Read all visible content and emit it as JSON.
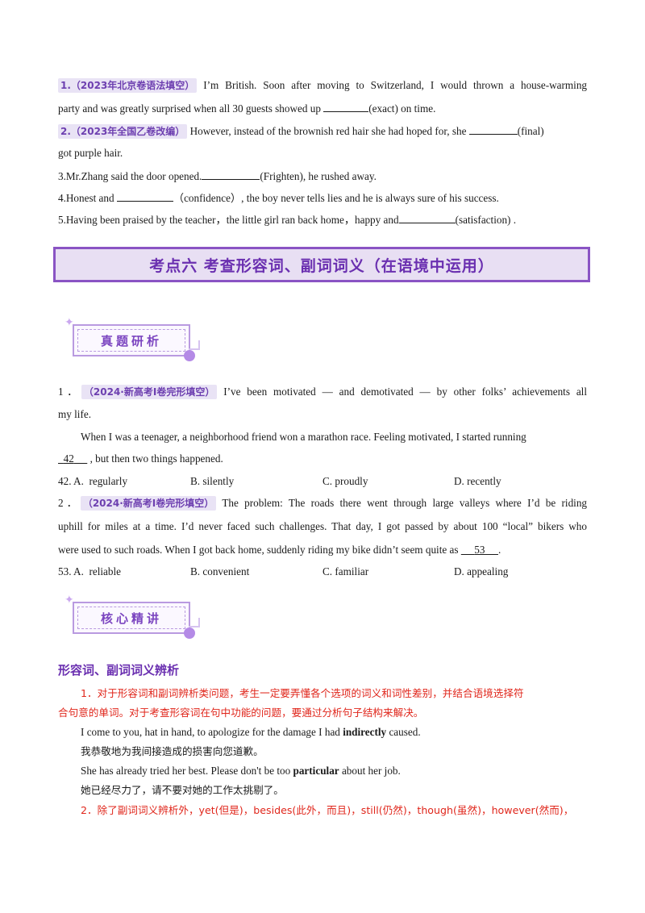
{
  "q1": {
    "tag": "1.（2023年北京卷语法填空）",
    "text_a": "I’m British. Soon after moving to Switzerland, I  would  thrown  a house-warming",
    "text_b_pre": "party and was greatly surprised when all 30 guests showed up ",
    "text_b_post": "(exact) on time."
  },
  "q2": {
    "tag": "2.（2023年全国乙卷改编）",
    "text_a_pre": "However, instead of the brownish red hair she had hoped for, she ",
    "text_a_post": "(final)",
    "text_b": "got purple hair."
  },
  "q3": {
    "pre": "3.Mr.Zhang  said  the  door  opened.",
    "post": "(Frighten),  he  rushed  away."
  },
  "q4": {
    "pre": "4.Honest  and ",
    "post": "（confidence）,  the  boy  never  tells  lies  and  he  is  always  sure  of  his  success."
  },
  "q5": {
    "pre": "5.Having been praised by the teacher，the little girl ran back home，happy and",
    "post": "(satisfaction)  ."
  },
  "banner_title": "考点六      考查形容词、副词词义（在语境中运用）",
  "badge1": "真题研析",
  "badge2": "核心精讲",
  "e1": {
    "num": "1．",
    "tag": "（2024·新高考Ⅰ卷完形填空）",
    "text_a": "I’ve been motivated — and demotivated — by other folks’ achievements all",
    "text_b": "my life.",
    "para": "When I was a teenager, a neighborhood friend won a marathon race. Feeling motivated, I started running",
    "blank": "42",
    "para_end": ", but then two things happened.",
    "options_label": "42. A.",
    "options": [
      "regularly",
      "B.  silently",
      "C.  proudly",
      "D.  recently"
    ]
  },
  "e2": {
    "num": "2．",
    "tag": "（2024·新高考Ⅰ卷完形填空）",
    "text_a": "The problem: The roads there went through large valleys where I’d be riding",
    "text_b": "uphill for miles at a time. I’d never faced such challenges. That day, I got passed by about 100 “local” bikers who",
    "text_c_pre": "were used to such roads. When I got back home, suddenly riding my bike didn’t seem quite as ",
    "blank": "53",
    "text_c_post": ".",
    "options_label": "53. A.",
    "options": [
      "reliable",
      "B.  convenient",
      "C.  familiar",
      "D.  appealing"
    ]
  },
  "section_heading": "形容词、副词词义辨析",
  "notes": {
    "p1_a": "1．对于形容词和副词辨析类问题，考生一定要弄懂各个选项的词义和词性差别，并结合语境选择符",
    "p1_b": "合句意的单词。对于考查形容词在句中功能的问题，要通过分析句子结构来解决。",
    "ex1_pre": "I come to you, hat in hand, to apologize for the damage I had ",
    "ex1_bold": "indirectly",
    "ex1_post": " caused.",
    "ex1_cn": "我恭敬地为我间接造成的损害向您道歉。",
    "ex2_pre": "She has already tried her best. Please don't be too ",
    "ex2_bold": "particular",
    "ex2_post": " about her job.",
    "ex2_cn": "她已经尽力了，请不要对她的工作太挑剔了。",
    "p2": "2．除了副词词义辨析外，yet(但是)，besides(此外，而且)，still(仍然)，though(虽然)，however(然而)，"
  },
  "colors": {
    "accent": "#6a2fb0",
    "tag_bg": "#e9e3f5",
    "red": "#e0261b"
  }
}
